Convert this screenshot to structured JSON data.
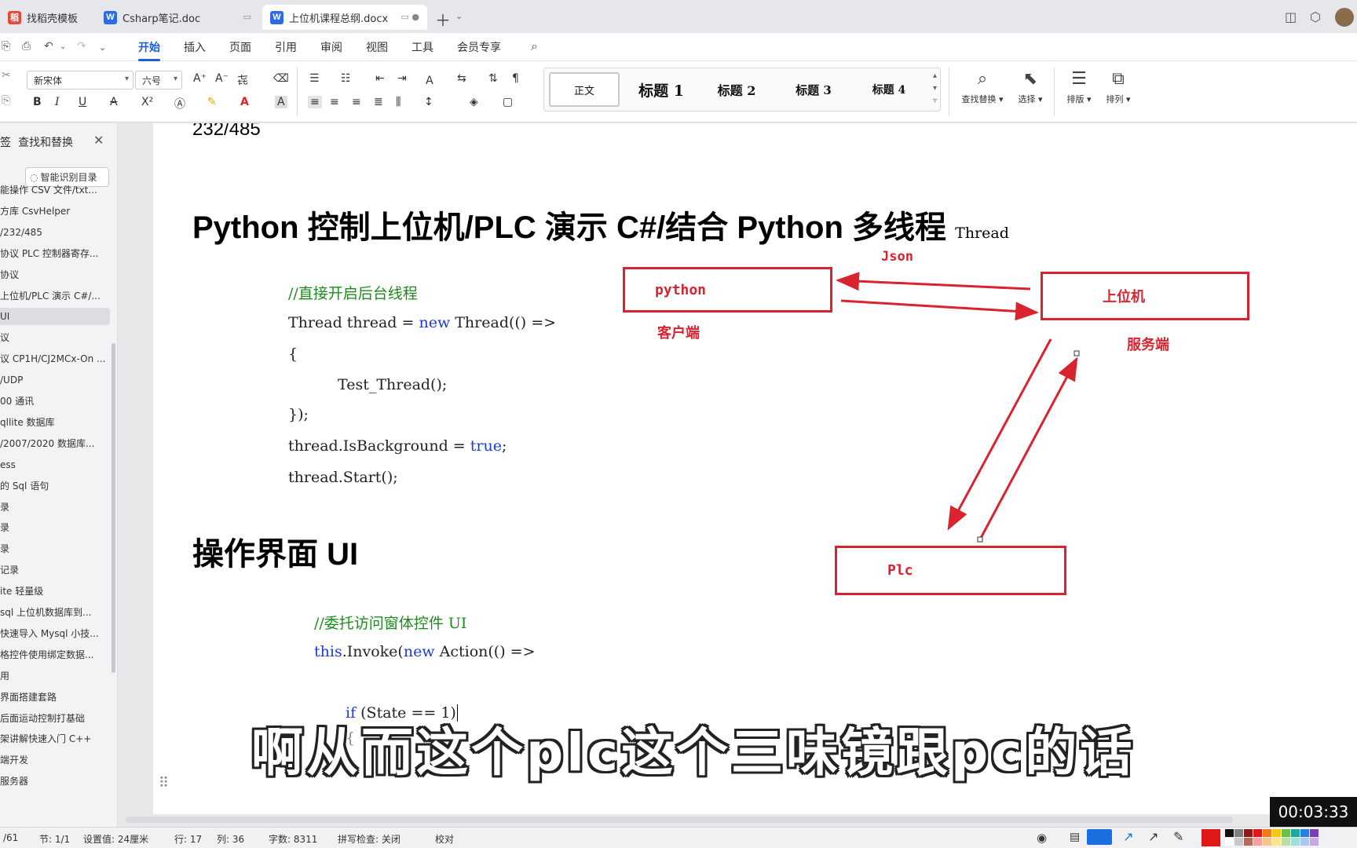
{
  "tabs": [
    {
      "label": "找稻壳模板",
      "icon": "docer-icon",
      "color": "#e8483a"
    },
    {
      "label": "Csharp笔记.doc",
      "icon": "word-doc-icon",
      "color": "#2d6be4"
    },
    {
      "label": "上位机课程总纲.docx",
      "icon": "word-doc-icon",
      "color": "#2d6be4"
    }
  ],
  "menu": {
    "items": [
      "开始",
      "插入",
      "页面",
      "引用",
      "审阅",
      "视图",
      "工具",
      "会员专享"
    ],
    "active": "开始"
  },
  "ribbon": {
    "font_name": "新宋体",
    "font_size": "六号",
    "styles": [
      "正文",
      "标题 1",
      "标题 2",
      "标题 3",
      "标题 4"
    ],
    "tools": [
      {
        "label": "查找替换",
        "icon": "search-icon"
      },
      {
        "label": "选择",
        "icon": "cursor-icon"
      },
      {
        "label": "排版",
        "icon": "layout-icon"
      },
      {
        "label": "排列",
        "icon": "arrange-icon"
      }
    ]
  },
  "sidebar": {
    "title": "查找和替换",
    "smart_button": "智能识别目录",
    "items": [
      "能操作 CSV 文件/txt...",
      "方库 CsvHelper",
      "/232/485",
      "协议 PLC 控制器寄存...",
      "协议",
      "上位机/PLC 演示 C#/...",
      "UI",
      "议",
      "议 CP1H/CJ2MCx-On ...",
      "/UDP",
      "00 通讯",
      "qllite 数据库",
      "/2007/2020 数据库...",
      "ess",
      "的 Sql 语句",
      "录",
      "录",
      "录",
      "记录",
      "ite 轻量级",
      "sql 上位机数据库到...",
      "快速导入 Mysql 小技...",
      "格控件使用绑定数据...",
      "用",
      "界面搭建套路",
      "后面运动控制打基础",
      "架讲解快速入门 C++",
      "端开发",
      "服务器"
    ],
    "current_index": 6
  },
  "document": {
    "top_text": "232/485",
    "heading1": "Python 控制上位机/PLC 演示  C#/结合 Python 多线程",
    "heading1_small": "Thread",
    "code1": {
      "comment": "//直接开启后台线程",
      "line1_a": "Thread thread = ",
      "line1_kw": "new",
      "line1_b": " Thread(() =>",
      "line2": "{",
      "line3": "Test_Thread();",
      "line4": "});",
      "line5_a": "thread.IsBackground = ",
      "line5_kw": "true",
      "line5_b": ";",
      "line6": "thread.Start();"
    },
    "heading2": "操作界面 UI",
    "code2": {
      "comment": "//委托访问窗体控件 UI",
      "line1_kw1": "this",
      "line1_a": ".Invoke(",
      "line1_kw2": "new",
      "line1_b": " Action(() =>",
      "line2_kw": "if",
      "line2_a": " (State == 1)"
    },
    "diagram": {
      "box_python": "python",
      "box_host": "上位机",
      "box_plc": "Plc",
      "label_json": "Json",
      "label_client": "客户端",
      "label_server": "服务端",
      "color": "#d9232f"
    }
  },
  "subtitle": "啊从而这个plc这个三味镜跟pc的话",
  "statusbar": {
    "page": "/61",
    "section": "节: 1/1",
    "setting": "设置值: 24厘米",
    "row": "行: 17",
    "col": "列: 36",
    "words": "字数: 8311",
    "spell": "拼写检查: 关闭",
    "proof": "校对"
  },
  "timer": "00:03:33"
}
